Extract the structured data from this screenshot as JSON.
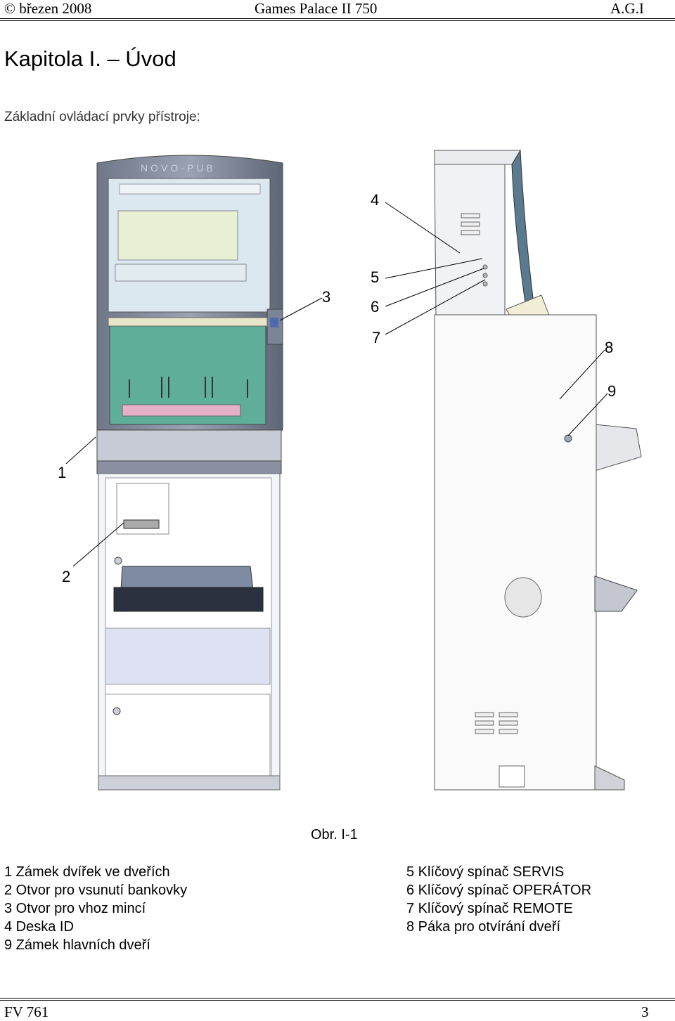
{
  "header": {
    "left": "© březen 2008",
    "center": "Games Palace II 750",
    "right": "A.G.I"
  },
  "title": "Kapitola I. – Úvod",
  "subtitle": "Základní ovládací prvky přístroje:",
  "figure": {
    "cabinet_logo": "NOVO-PUB",
    "callouts": [
      "1",
      "2",
      "3",
      "4",
      "5",
      "6",
      "7",
      "8",
      "9"
    ],
    "caption": "Obr. I-1"
  },
  "legend_left": [
    "1 Zámek dvířek ve dveřích",
    "2 Otvor pro vsunutí bankovky",
    "3 Otvor pro vhoz mincí",
    "4 Deska ID",
    "9 Zámek hlavních dveří"
  ],
  "legend_right": [
    "5 Klíčový spínač SERVIS",
    "6 Klíčový spínač OPERÁTOR",
    "7 Klíčový spínač REMOTE",
    "8 Páka pro otvírání dveří"
  ],
  "footer": {
    "left": "FV 761",
    "right": "3"
  }
}
